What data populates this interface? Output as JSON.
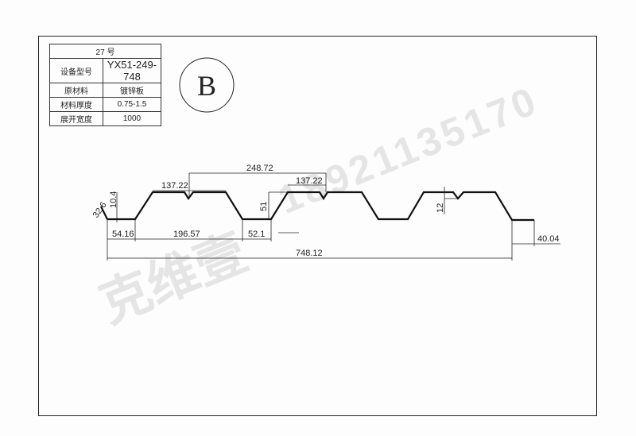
{
  "spec_table": {
    "title": "27  号",
    "rows": [
      {
        "label": "设备型号",
        "value": "YX51-249-748"
      },
      {
        "label": "原材料",
        "value": "镀锌板"
      },
      {
        "label": "材料厚度",
        "value": "0.75-1.5"
      },
      {
        "label": "展开宽度",
        "value": "1000"
      }
    ]
  },
  "profile_letter": "B",
  "dimensions": {
    "pitch": "248.72",
    "top_width_1": "137.22",
    "top_width_2": "137.22",
    "lip_height": "10.4",
    "angle": "32.6",
    "rib_height": "51",
    "dip_depth": "12",
    "left_flat": "54.16",
    "rib_span": "196.57",
    "bottom_flat": "52.1",
    "total": "748.12",
    "right_flat": "40.04"
  },
  "watermark": {
    "brand": "克维壹",
    "phone": "18921135170"
  }
}
